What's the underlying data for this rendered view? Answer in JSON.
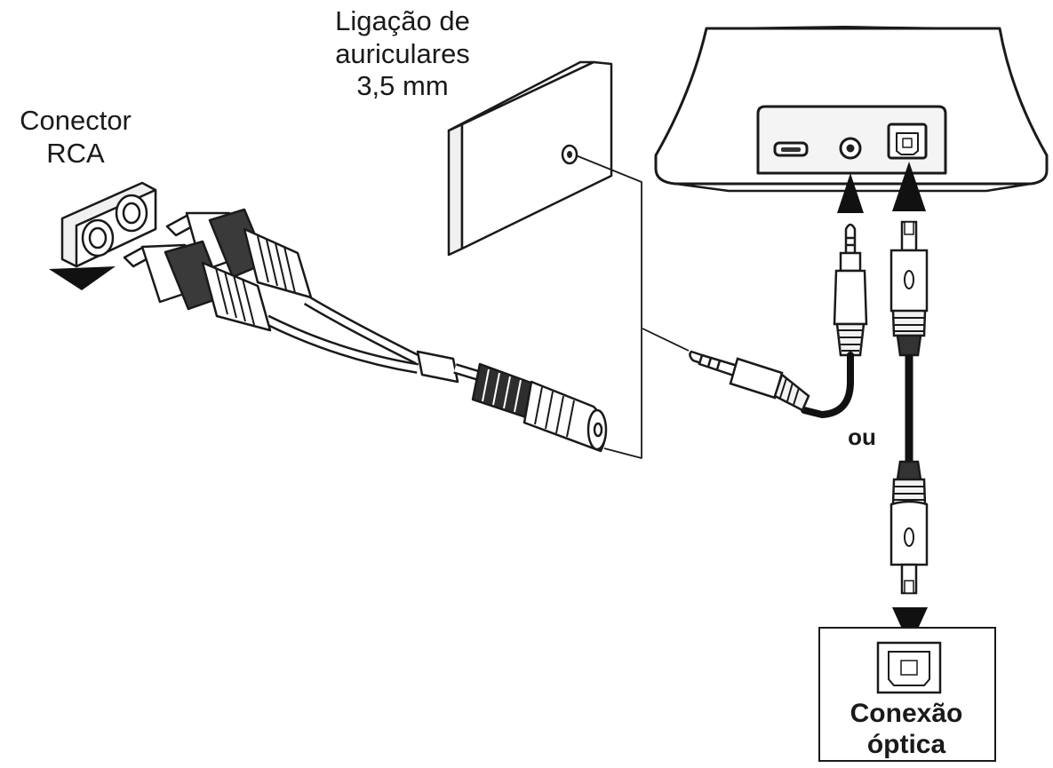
{
  "labels": {
    "rca_line1": "Conector",
    "rca_line2": "RCA",
    "headphone_line1": "Ligação de",
    "headphone_line2": "auriculares",
    "headphone_line3": "3,5 mm",
    "or": "ou",
    "optical_line1": "Conexão",
    "optical_line2": "óptica"
  },
  "colors": {
    "line": "#1a1a1a",
    "fill": "#ffffff",
    "shade": "#e6e6e6",
    "dark": "#222222"
  }
}
